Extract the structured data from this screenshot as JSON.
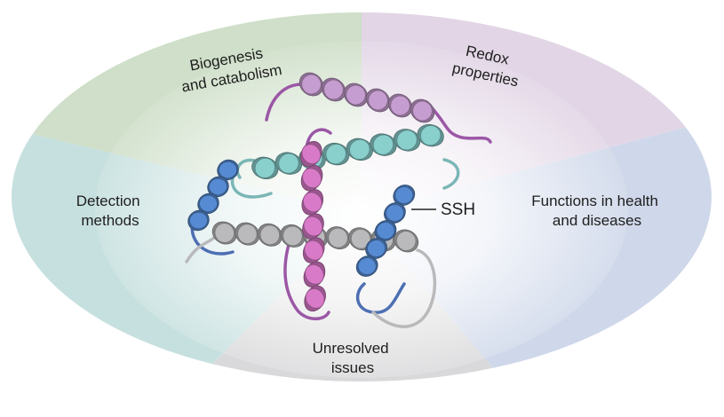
{
  "segments": [
    {
      "id": "biogenesis",
      "lines": [
        "Biogenesis",
        "and catabolism"
      ],
      "color": "#cfdfc9"
    },
    {
      "id": "redox",
      "lines": [
        "Redox",
        "properties"
      ],
      "color": "#e2d6e6"
    },
    {
      "id": "functions",
      "lines": [
        "Functions in health",
        "and diseases"
      ],
      "color": "#cfd8ea"
    },
    {
      "id": "unresolved",
      "lines": [
        "Unresolved",
        "issues"
      ],
      "color": "#d9d9db"
    },
    {
      "id": "detection",
      "lines": [
        "Detection",
        "methods"
      ],
      "color": "#c6e0df"
    }
  ],
  "protein": {
    "label": "SSH",
    "helix_colors": {
      "purple": "#b48fbd",
      "teal": "#7dbdbb",
      "blue": "#4f7fc0",
      "gray": "#a9a9ab",
      "magenta": "#c46fb6"
    },
    "loop_colors": [
      "#9b57a6",
      "#7bb6b6",
      "#4d6fb3",
      "#b9b9bb"
    ]
  }
}
